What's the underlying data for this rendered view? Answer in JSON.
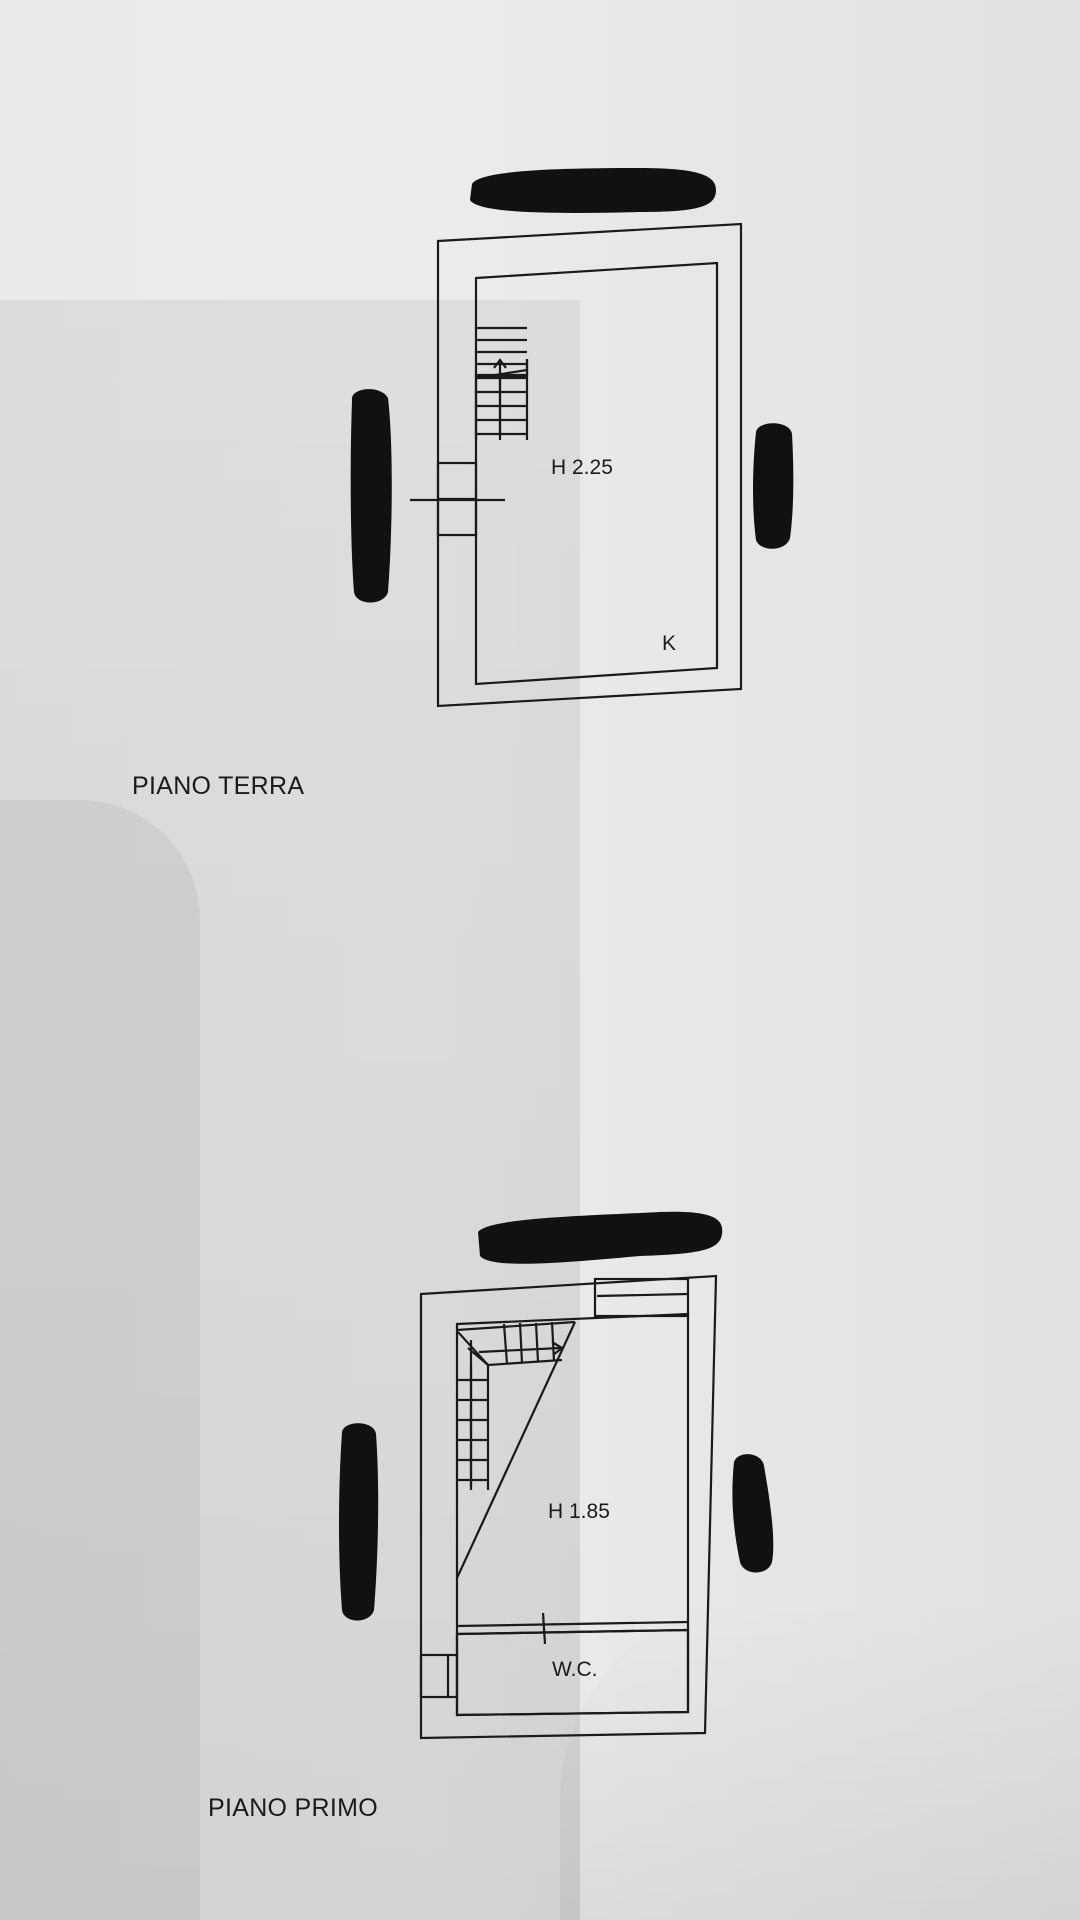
{
  "ground_floor": {
    "title": "PIANO TERRA",
    "height_label": "H 2.25",
    "kitchen_label": "K"
  },
  "first_floor": {
    "title": "PIANO PRIMO",
    "height_label": "H 1.85",
    "wc_label": "W.C."
  },
  "colors": {
    "ink": "#1a1a1a",
    "redaction": "#111111"
  }
}
